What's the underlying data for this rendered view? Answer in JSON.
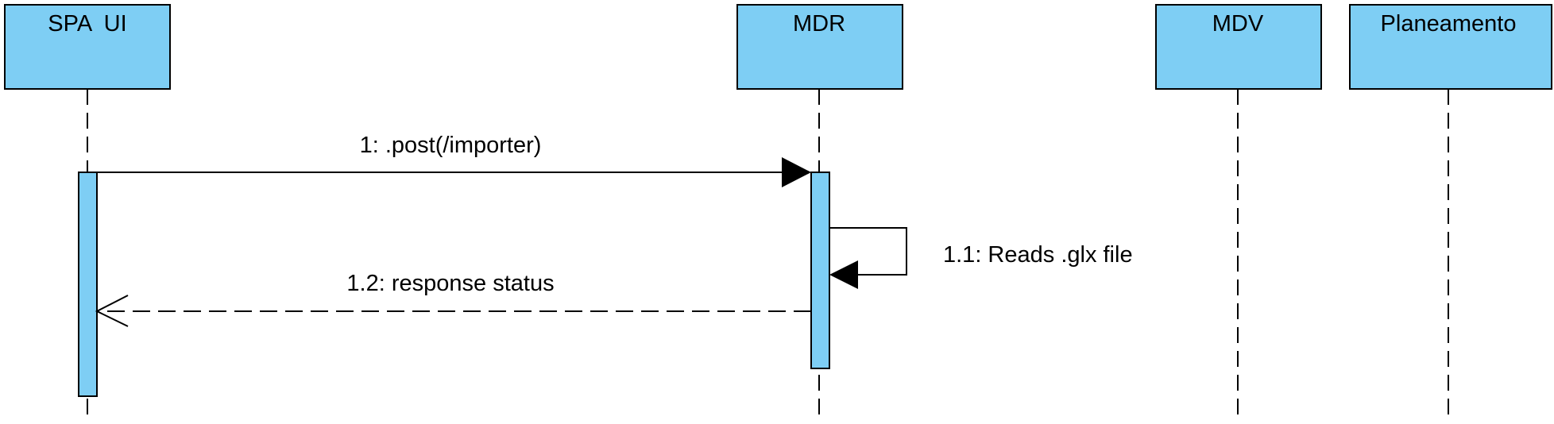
{
  "caption": "",
  "colors": {
    "participant_fill": "#7ecef4",
    "activation_fill": "#7ecef4",
    "stroke": "#000000",
    "background": "#ffffff"
  },
  "participants": [
    {
      "id": "spa-ui",
      "label": "SPA  UI"
    },
    {
      "id": "mdr",
      "label": "MDR"
    },
    {
      "id": "mdv",
      "label": "MDV"
    },
    {
      "id": "planeamento",
      "label": "Planeamento"
    }
  ],
  "messages": [
    {
      "id": "msg-1",
      "label": "1: .post(/importer)",
      "from": "spa-ui",
      "to": "mdr",
      "kind": "synchronous"
    },
    {
      "id": "msg-1-1",
      "label": "1.1: Reads .glx file",
      "from": "mdr",
      "to": "mdr",
      "kind": "self"
    },
    {
      "id": "msg-1-2",
      "label": "1.2: response status",
      "from": "mdr",
      "to": "spa-ui",
      "kind": "return"
    }
  ]
}
